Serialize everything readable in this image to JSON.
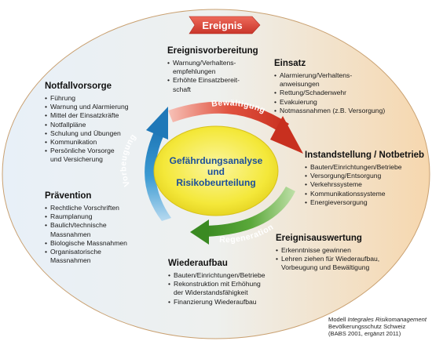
{
  "event_label": "Ereignis",
  "center": {
    "line1": "Gefährdungsanalyse",
    "line2": "und",
    "line3": "Risikobeurteilung"
  },
  "cycle_labels": {
    "bewaeltigung": "Bewältigung",
    "regeneration": "Regeneration",
    "vorbeugung": "Vorbeugung"
  },
  "colors": {
    "event_arrow": "#d9443a",
    "bewaeltigung_arrow": "#d9443a",
    "regeneration_arrow": "#4a9a2a",
    "vorbeugung_arrow": "#2f8fc8",
    "center_fill": "#f5ea3c",
    "ellipse_left": "#e9f1f8",
    "ellipse_right": "#f6d9b3"
  },
  "blocks": {
    "ereignisvorbereitung": {
      "title": "Ereignisvorbereitung",
      "items": [
        [
          "Warnung/Verhaltens-",
          "empfehlungen"
        ],
        [
          "Erhöhte Einsatzbereit-",
          "schaft"
        ]
      ]
    },
    "einsatz": {
      "title": "Einsatz",
      "items": [
        [
          "Alarmierung/Verhaltens-",
          "anweisungen"
        ],
        [
          "Rettung/Schadenwehr"
        ],
        [
          "Evakuierung"
        ],
        [
          "Notmassnahmen (z.B. Versorgung)"
        ]
      ]
    },
    "instandstellung": {
      "title": "Instandstellung / Notbetrieb",
      "items": [
        [
          "Bauten/Einrichtungen/Betriebe"
        ],
        [
          "Versorgung/Entsorgung"
        ],
        [
          "Verkehrssysteme"
        ],
        [
          "Kommunikationssysteme"
        ],
        [
          "Energieversorgung"
        ]
      ]
    },
    "ereignisauswertung": {
      "title": "Ereignisauswertung",
      "items": [
        [
          "Erkenntnisse gewinnen"
        ],
        [
          "Lehren ziehen für Wiederaufbau,",
          "Vorbeugung und Bewältigung"
        ]
      ]
    },
    "wiederaufbau": {
      "title": "Wiederaufbau",
      "items": [
        [
          "Bauten/Einrichtungen/Betriebe"
        ],
        [
          "Rekonstruktion mit Erhöhung",
          "der Widerstandsfähigkeit"
        ],
        [
          "Finanzierung Wiederaufbau"
        ]
      ]
    },
    "praevention": {
      "title": "Prävention",
      "items": [
        [
          "Rechtliche Vorschriften"
        ],
        [
          "Raumplanung"
        ],
        [
          "Baulich/technische",
          "Massnahmen"
        ],
        [
          "Biologische Massnahmen"
        ],
        [
          "Organisatorische",
          "Massnahmen"
        ]
      ]
    },
    "notfallvorsorge": {
      "title": "Notfallvorsorge",
      "items": [
        [
          "Führung"
        ],
        [
          "Warnung und Alarmierung"
        ],
        [
          "Mittel der Einsatzkräfte"
        ],
        [
          "Notfallpläne"
        ],
        [
          "Schulung und Übungen"
        ],
        [
          "Kommunikation"
        ],
        [
          "Persönliche Vorsorge",
          "und Versicherung"
        ]
      ]
    }
  },
  "credit": {
    "prefix": "Modell ",
    "italic": "Integrales Risikomanagement",
    "line2": "Bevölkerungsschutz Schweiz",
    "line3": "(BABS 2001, ergänzt 2011)"
  }
}
